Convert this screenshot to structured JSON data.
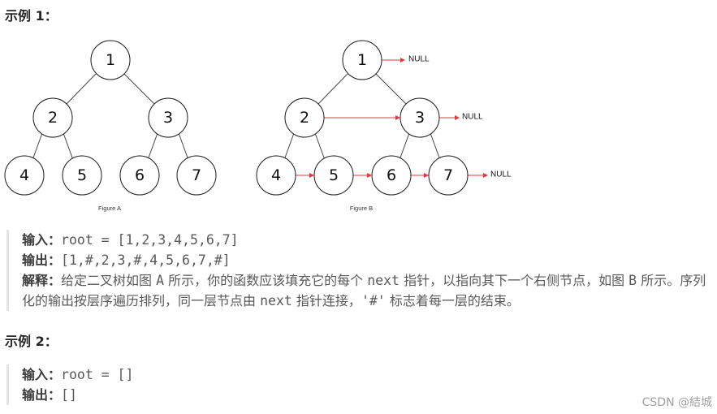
{
  "examples": [
    {
      "heading": "示例 1：",
      "figures": [
        {
          "caption": "Figure A",
          "nodes": [
            "1",
            "2",
            "3",
            "4",
            "5",
            "6",
            "7"
          ]
        },
        {
          "caption": "Figure B",
          "nodes": [
            "1",
            "2",
            "3",
            "4",
            "5",
            "6",
            "7"
          ],
          "null_label": "NULL"
        }
      ],
      "input_label": "输入：",
      "input_value": "root = [1,2,3,4,5,6,7]",
      "output_label": "输出：",
      "output_value": "[1,#,2,3,#,4,5,6,7,#]",
      "explain_label": "解释：",
      "explain_parts": [
        "给定二叉树如图 ",
        "A",
        " 所示，你的函数应该填充它的每个 ",
        "next",
        " 指针，以指向其下一个右侧节点，如图 ",
        "B",
        " 所示。序列化的输出按层序遍历排列，同一层节点由 ",
        "next",
        " 指针连接，",
        "'#'",
        " 标志着每一层的结束。"
      ]
    },
    {
      "heading": "示例 2：",
      "input_label": "输入：",
      "input_value": "root = []",
      "output_label": "输出：",
      "output_value": "[]"
    }
  ],
  "watermark": "CSDN @結城",
  "colors": {
    "pointer": "#e8373c",
    "quote_border": "#e3e3e3"
  }
}
